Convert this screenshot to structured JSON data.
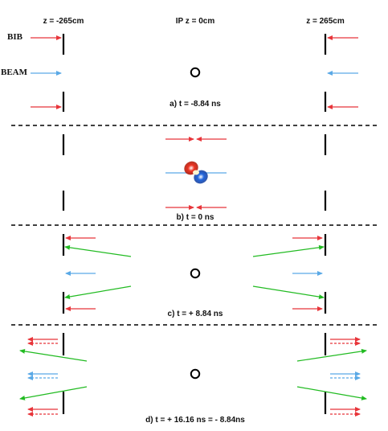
{
  "headers": {
    "left": "z = -265cm",
    "center": "IP z = 0cm",
    "right": "z = 265cm"
  },
  "row_labels": {
    "bib": "BIB",
    "beam": "BEAM"
  },
  "panels": {
    "a": "a) t = -8.84 ns",
    "b": "b) t = 0 ns",
    "c": "c) t = + 8.84 ns",
    "d": "d) t = + 16.16 ns = - 8.84ns"
  },
  "colors": {
    "bib": "#e8353a",
    "beam": "#5aa9e6",
    "secondary": "#22bb22",
    "detector": "#000000",
    "separator": "#000000",
    "collision_red": "#cc2200",
    "collision_blue": "#1a5fcc"
  },
  "icons": {
    "interaction_point": "circle-icon",
    "collision": "collision-blob-icon"
  }
}
